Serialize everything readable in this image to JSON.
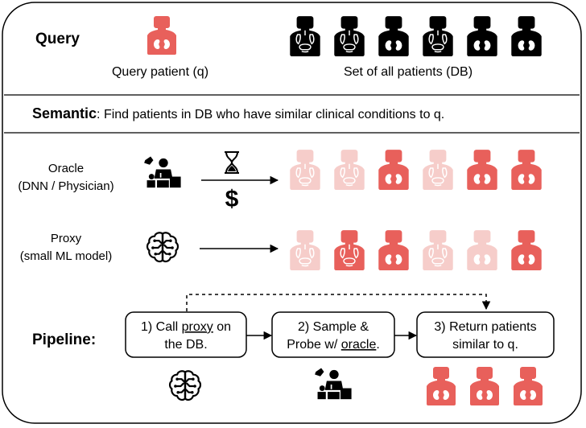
{
  "query": {
    "heading": "Query",
    "query_patient_label": "Query patient (q)",
    "db_label": "Set of all patients (DB)"
  },
  "semantic": {
    "keyword": "Semantic",
    "description": ": Find patients in DB who have similar clinical conditions to q."
  },
  "oracle": {
    "line1": "Oracle",
    "line2": "(DNN / Physician)",
    "cost_symbol": "$",
    "patients": [
      "faint",
      "faint",
      "full",
      "faint",
      "full",
      "full"
    ]
  },
  "proxy": {
    "line1": "Proxy",
    "line2": "(small ML model)",
    "patients": [
      "faint",
      "full",
      "full",
      "faint",
      "faint",
      "full"
    ]
  },
  "pipeline": {
    "heading": "Pipeline:",
    "step1": {
      "prefix": "1) Call ",
      "link": "proxy",
      "suffix": " on",
      "line2": "the DB."
    },
    "step2": {
      "line1": "2) Sample &",
      "prefix": "Probe w/ ",
      "link": "oracle",
      "suffix": "."
    },
    "step3": {
      "line1": "3) Return patients",
      "line2": "similar to q."
    }
  },
  "colors": {
    "accent_red": "#e8605b",
    "faint_red": "#f6cdca",
    "black": "#000000"
  },
  "icons": {
    "patient": "patient-torso-icon",
    "brain": "brain-circuit-icon",
    "physician": "physician-icon",
    "hourglass": "hourglass-icon"
  }
}
